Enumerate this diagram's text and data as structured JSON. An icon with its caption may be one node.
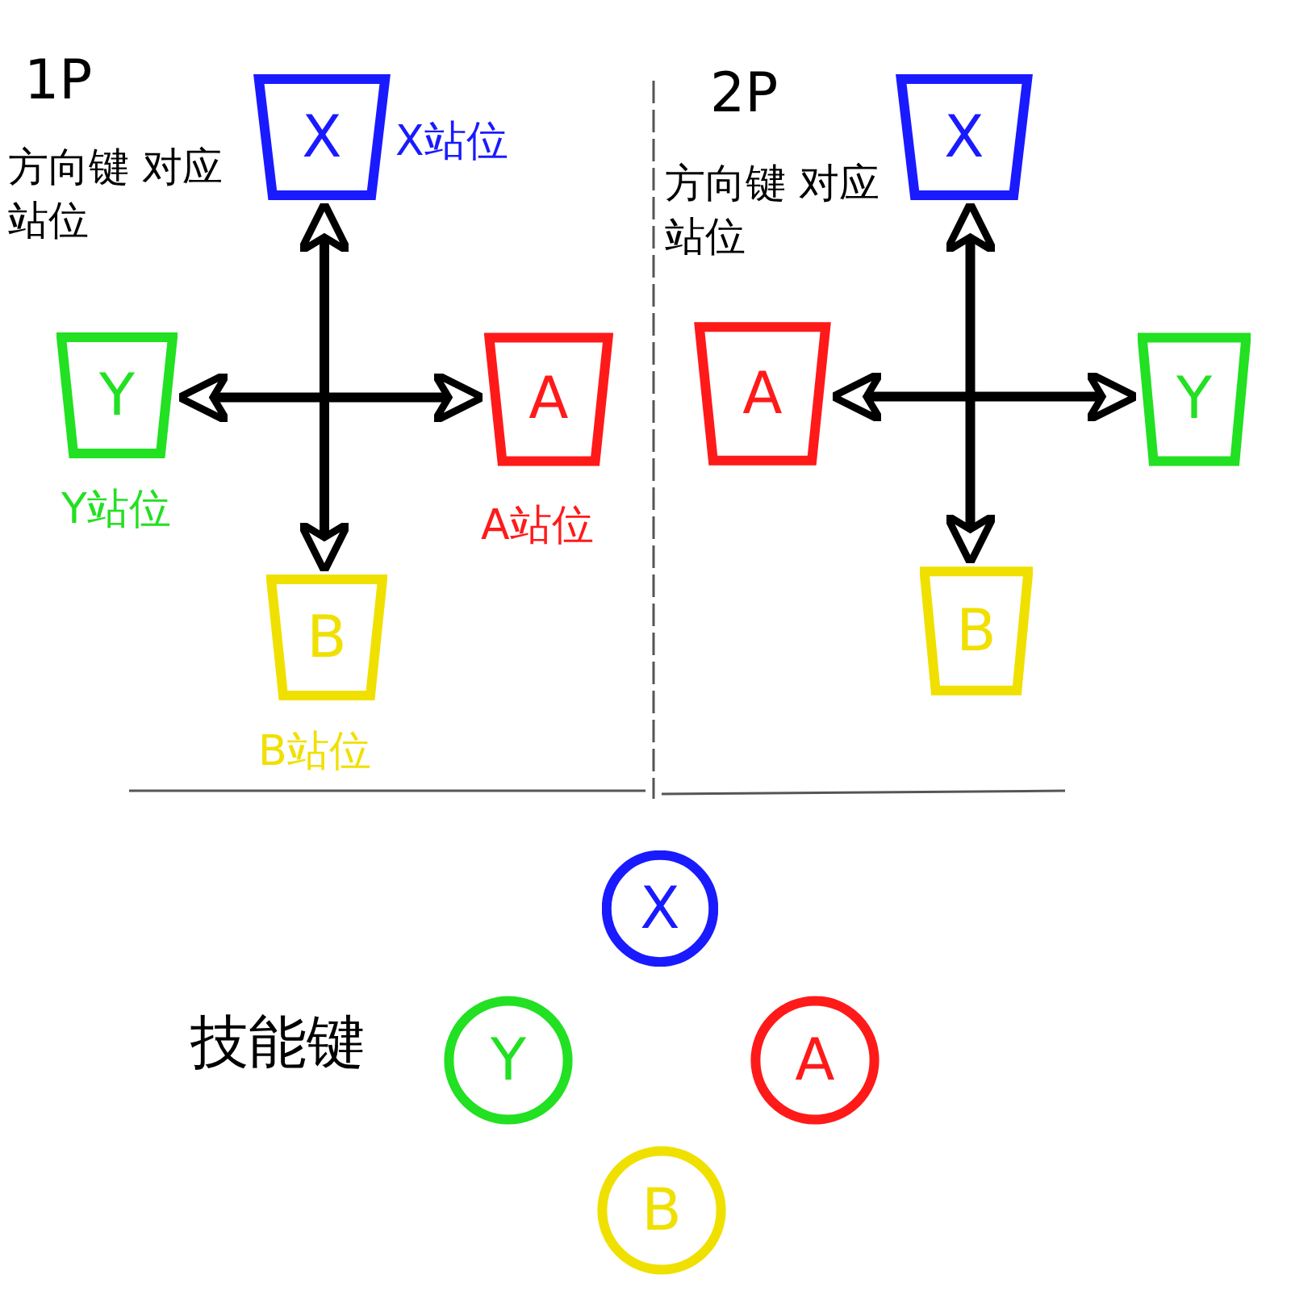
{
  "diagram": {
    "nodes": [
      {
        "text": [
          "X"
        ],
        "beside": [
          "X站位"
        ]
      },
      {
        "text": [
          "Y"
        ],
        "beside": [
          "Y站位"
        ]
      },
      {
        "text": [
          "A"
        ],
        "beside": [
          "A站位"
        ]
      },
      {
        "text": [
          "B"
        ],
        "beside": [
          "B站位"
        ]
      },
      {
        "text": [
          "X"
        ]
      },
      {
        "text": [
          "A"
        ]
      },
      {
        "text": [
          "Y"
        ]
      },
      {
        "text": [
          "B"
        ]
      },
      {
        "text": [
          "X"
        ]
      },
      {
        "text": [
          "Y"
        ]
      },
      {
        "text": [
          "A"
        ]
      },
      {
        "text": [
          "B"
        ]
      }
    ],
    "edges": [
      {
        "from": 0,
        "to": 3,
        "arrow": "both"
      },
      {
        "from": 1,
        "to": 2,
        "arrow": "both"
      },
      {
        "from": 4,
        "to": 7,
        "arrow": "both"
      },
      {
        "from": 5,
        "to": 6,
        "arrow": "both"
      }
    ],
    "labels": [
      "1P",
      "方向键 对应站位",
      "2P",
      "方向键 对应站位",
      "技能键"
    ]
  }
}
